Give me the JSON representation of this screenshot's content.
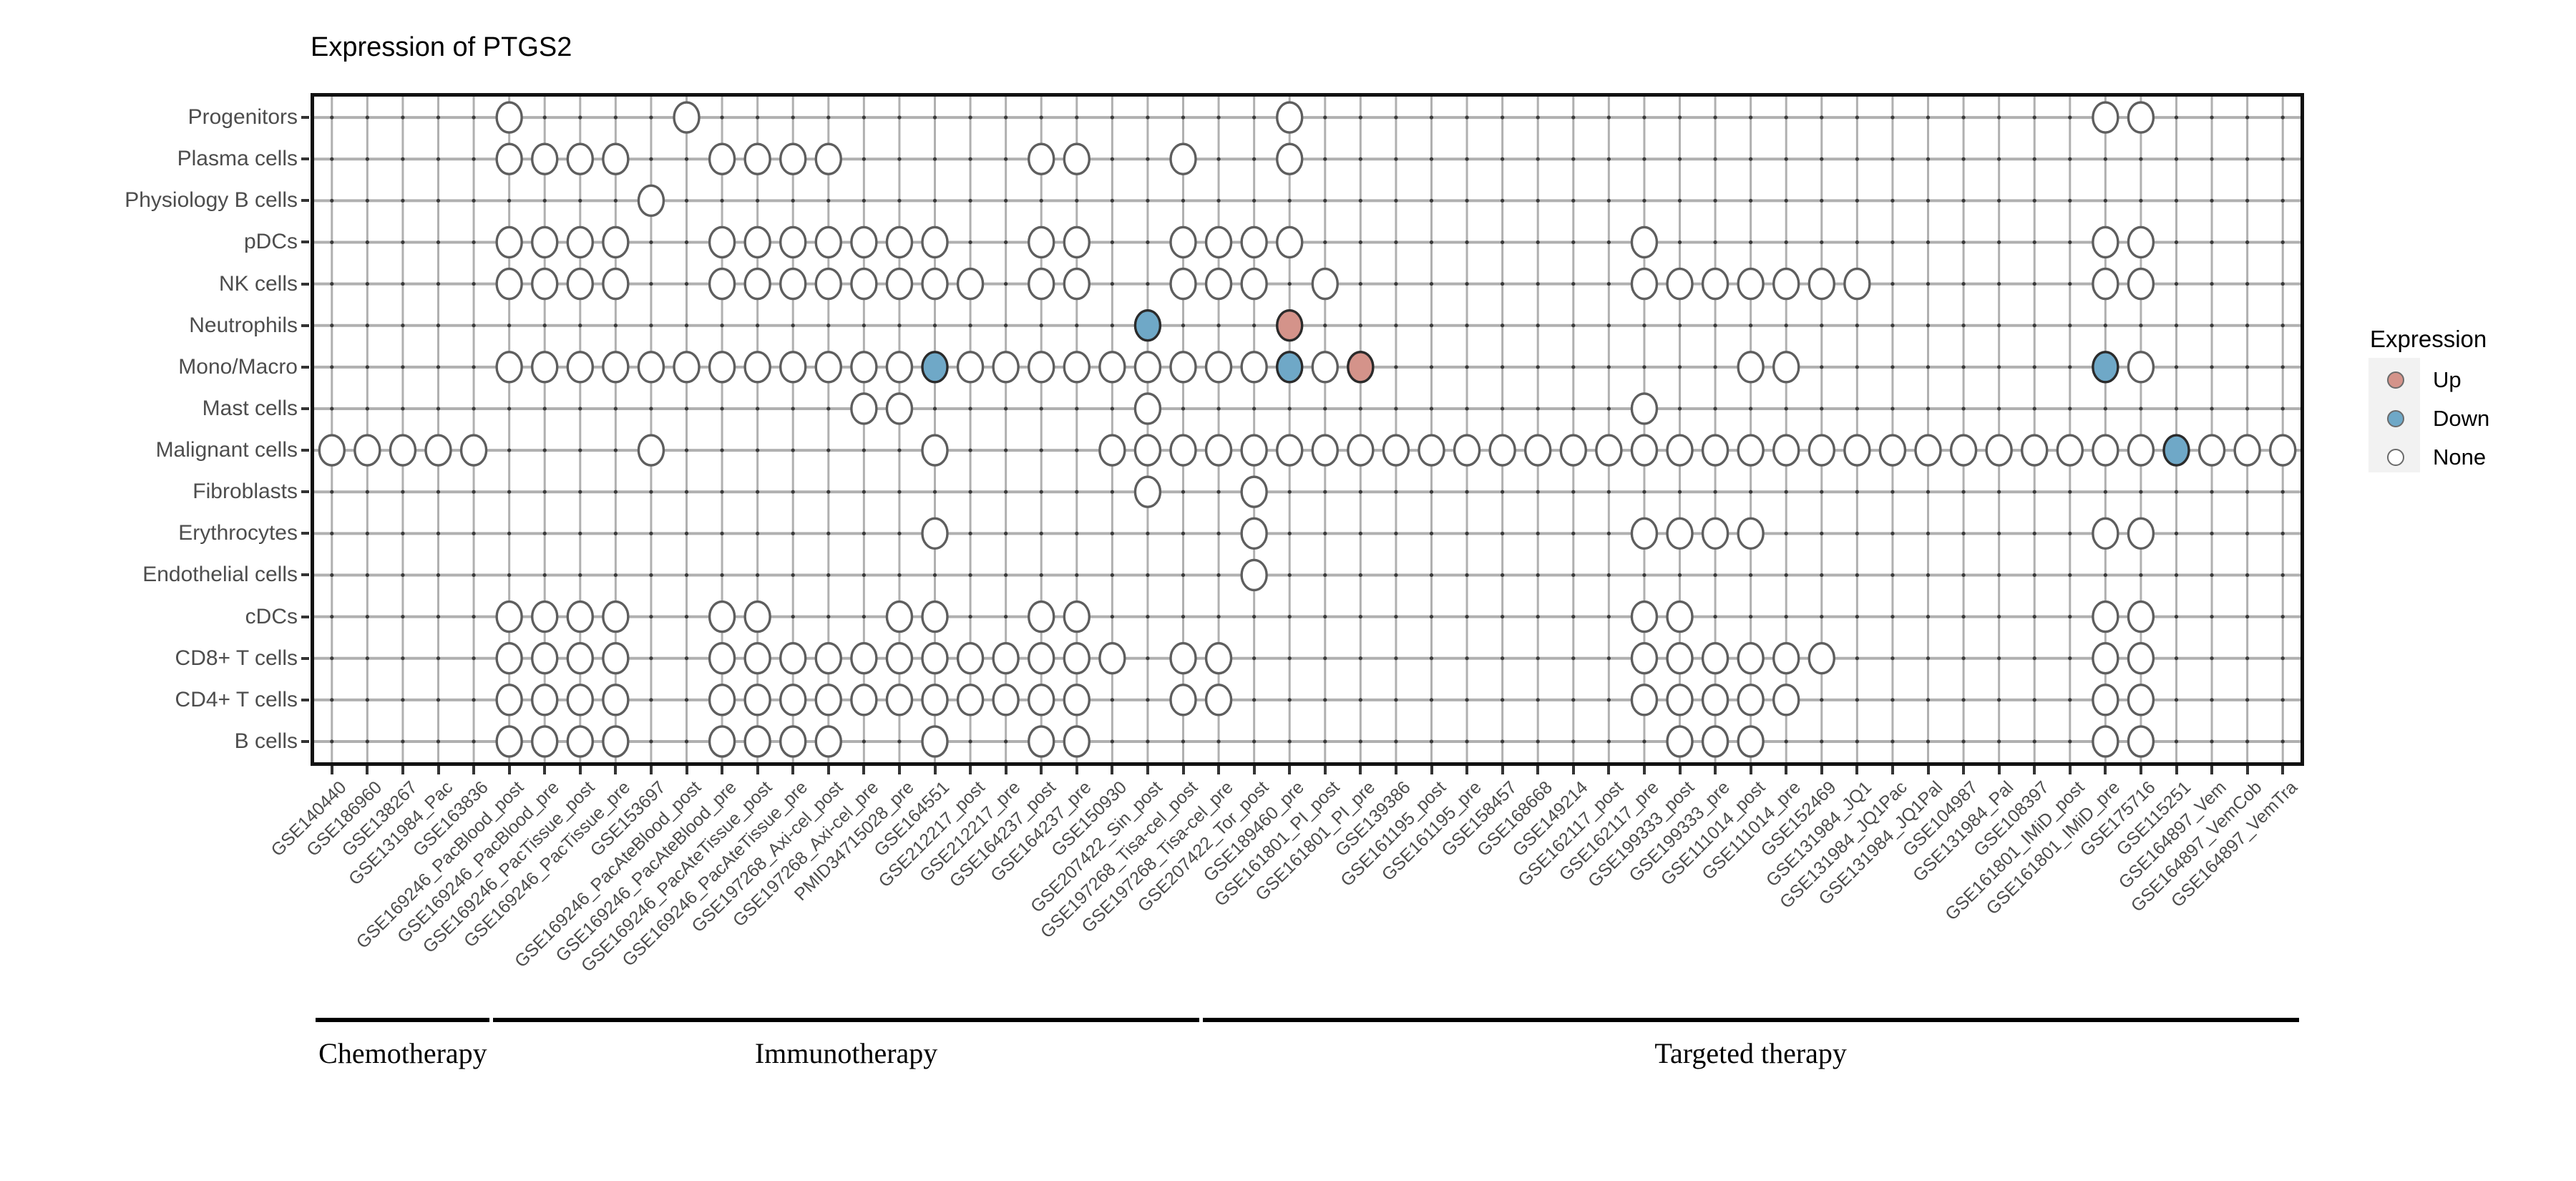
{
  "title": "Expression of PTGS2",
  "legend": {
    "title": "Expression",
    "items": [
      {
        "label": "Up",
        "color": "#d4938a"
      },
      {
        "label": "Down",
        "color": "#6fa8c7"
      },
      {
        "label": "None",
        "color": "#ffffff"
      }
    ]
  },
  "groups": [
    {
      "label": "Chemotherapy",
      "start": 1,
      "end": 5
    },
    {
      "label": "Immunotherapy",
      "start": 6,
      "end": 25
    },
    {
      "label": "Targeted therapy",
      "start": 26,
      "end": 56
    }
  ],
  "chart_data": {
    "type": "heatmap",
    "title": "Expression of PTGS2",
    "xlabel": "",
    "ylabel": "",
    "grid": true,
    "legend_position": "right",
    "value_levels": [
      "Up",
      "Down",
      "None"
    ],
    "value_colors": {
      "Up": "#d4938a",
      "Down": "#6fa8c7",
      "None": "#ffffff"
    },
    "y_categories": [
      "Progenitors",
      "Plasma cells",
      "Physiology B cells",
      "pDCs",
      "NK cells",
      "Neutrophils",
      "Mono/Macro",
      "Mast cells",
      "Malignant cells",
      "Fibroblasts",
      "Erythrocytes",
      "Endothelial cells",
      "cDCs",
      "CD8+ T cells",
      "CD4+ T cells",
      "B cells"
    ],
    "x_categories": [
      "GSE140440",
      "GSE186960",
      "GSE138267",
      "GSE131984_Pac",
      "GSE163836",
      "GSE169246_PacBlood_post",
      "GSE169246_PacBlood_pre",
      "GSE169246_PacTissue_post",
      "GSE169246_PacTissue_pre",
      "GSE153697",
      "GSE169246_PacAteBlood_post",
      "GSE169246_PacAteBlood_pre",
      "GSE169246_PacAteTissue_post",
      "GSE169246_PacAteTissue_pre",
      "GSE197268_Axi-cel_post",
      "GSE197268_Axi-cel_pre",
      "PMID34715028_pre",
      "GSE164551",
      "GSE212217_post",
      "GSE212217_pre",
      "GSE164237_post",
      "GSE164237_pre",
      "GSE150930",
      "GSE207422_Sin_post",
      "GSE197268_Tisa-cel_post",
      "GSE197268_Tisa-cel_pre",
      "GSE207422_Tor_post",
      "GSE189460_pre",
      "GSE161801_PI_post",
      "GSE161801_PI_pre",
      "GSE139386",
      "GSE161195_post",
      "GSE161195_pre",
      "GSE158457",
      "GSE168668",
      "GSE149214",
      "GSE162117_post",
      "GSE162117_pre",
      "GSE199333_post",
      "GSE199333_pre",
      "GSE111014_post",
      "GSE111014_pre",
      "GSE152469",
      "GSE131984_JQ1",
      "GSE131984_JQ1Pac",
      "GSE131984_JQ1Pal",
      "GSE104987",
      "GSE131984_Pal",
      "GSE108397",
      "GSE161801_IMiD_post",
      "GSE161801_IMiD_pre",
      "GSE175716",
      "GSE115251",
      "GSE164897_Vem",
      "GSE164897_VemCob",
      "GSE164897_VemTra"
    ],
    "cells": [
      {
        "row": 0,
        "cols_none": [
          6,
          11,
          28,
          51,
          52
        ]
      },
      {
        "row": 1,
        "cols_none": [
          6,
          7,
          8,
          9,
          12,
          13,
          14,
          15,
          21,
          22,
          25,
          28
        ]
      },
      {
        "row": 2,
        "cols_none": [
          10
        ]
      },
      {
        "row": 3,
        "cols_none": [
          6,
          7,
          8,
          9,
          12,
          13,
          14,
          15,
          16,
          17,
          18,
          21,
          22,
          25,
          26,
          27,
          28,
          38,
          51,
          52
        ]
      },
      {
        "row": 4,
        "cols_none": [
          6,
          7,
          8,
          9,
          12,
          13,
          14,
          15,
          16,
          17,
          18,
          19,
          21,
          22,
          25,
          26,
          27,
          29,
          38,
          39,
          40,
          41,
          42,
          43,
          44,
          51,
          52
        ]
      },
      {
        "row": 5,
        "cols_none": [],
        "cols_down": [
          24
        ],
        "cols_up": [
          28
        ]
      },
      {
        "row": 6,
        "cols_none": [
          6,
          7,
          8,
          9,
          10,
          11,
          12,
          13,
          14,
          15,
          16,
          17,
          19,
          20,
          21,
          22,
          23,
          24,
          25,
          26,
          27,
          29,
          30,
          41,
          42,
          52
        ],
        "cols_down": [
          18,
          28,
          51
        ],
        "cols_up": [
          30
        ]
      },
      {
        "row": 7,
        "cols_none": [
          16,
          17,
          24,
          38
        ]
      },
      {
        "row": 8,
        "cols_none": [
          1,
          2,
          3,
          4,
          5,
          10,
          18,
          23,
          24,
          25,
          26,
          27,
          28,
          29,
          30,
          31,
          32,
          33,
          34,
          35,
          36,
          37,
          38,
          39,
          40,
          41,
          42,
          43,
          44,
          45,
          46,
          47,
          48,
          49,
          50,
          51,
          52,
          54,
          55,
          56
        ],
        "cols_down": [
          53
        ]
      },
      {
        "row": 9,
        "cols_none": [
          24,
          27
        ]
      },
      {
        "row": 10,
        "cols_none": [
          18,
          27,
          38,
          39,
          40,
          41,
          51,
          52
        ]
      },
      {
        "row": 11,
        "cols_none": [
          27
        ]
      },
      {
        "row": 12,
        "cols_none": [
          6,
          7,
          8,
          9,
          12,
          13,
          17,
          18,
          21,
          22,
          38,
          39,
          51,
          52
        ]
      },
      {
        "row": 13,
        "cols_none": [
          6,
          7,
          8,
          9,
          12,
          13,
          14,
          15,
          16,
          17,
          18,
          19,
          20,
          21,
          22,
          23,
          25,
          26,
          38,
          39,
          40,
          41,
          42,
          43,
          51,
          52
        ]
      },
      {
        "row": 14,
        "cols_none": [
          6,
          7,
          8,
          9,
          12,
          13,
          14,
          15,
          16,
          17,
          18,
          19,
          20,
          21,
          22,
          25,
          26,
          38,
          39,
          40,
          41,
          42,
          51,
          52
        ]
      },
      {
        "row": 15,
        "cols_none": [
          6,
          7,
          8,
          9,
          12,
          13,
          14,
          15,
          18,
          21,
          22,
          39,
          40,
          41,
          51,
          52
        ]
      }
    ]
  }
}
